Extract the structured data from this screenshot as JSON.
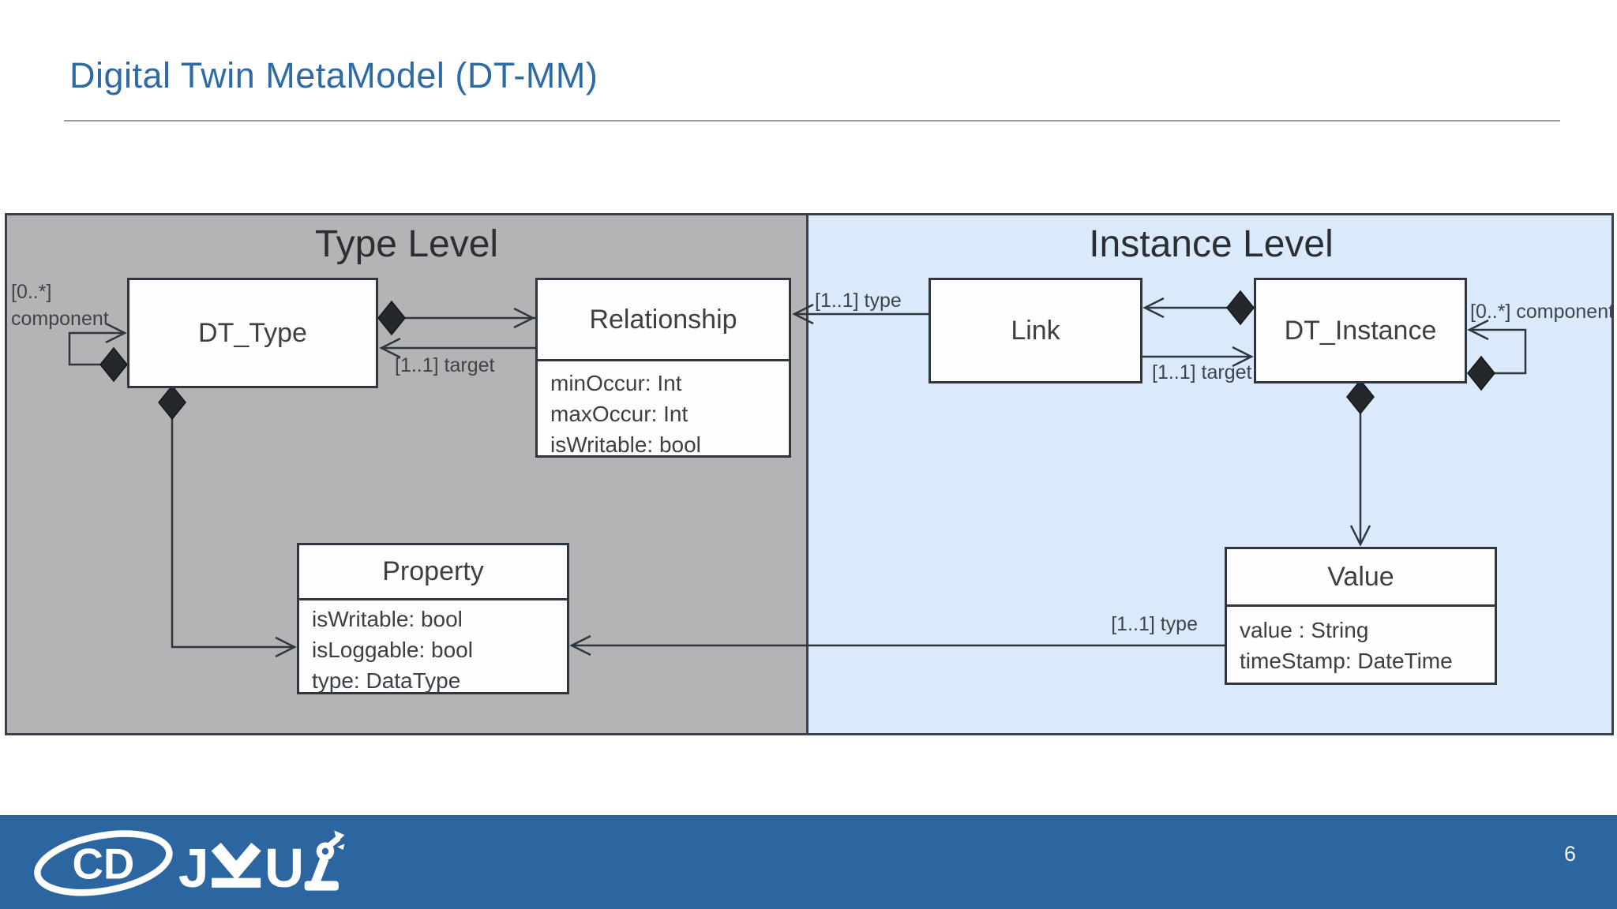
{
  "title": "Digital Twin MetaModel (DT-MM)",
  "panels": {
    "type_level": {
      "label": "Type Level",
      "background": "#b4b4b6"
    },
    "instance_level": {
      "label": "Instance Level",
      "background": "#daeafb"
    }
  },
  "boxes": {
    "dt_type": {
      "title": "DT_Type"
    },
    "relationship": {
      "title": "Relationship",
      "attrs": [
        "minOccur: Int",
        "maxOccur: Int",
        "isWritable: bool"
      ]
    },
    "link": {
      "title": "Link"
    },
    "dt_instance": {
      "title": "DT_Instance"
    },
    "property": {
      "title": "Property",
      "attrs": [
        "isWritable: bool",
        "isLoggable: bool",
        "type: DataType"
      ]
    },
    "value": {
      "title": "Value",
      "attrs": [
        "value : String",
        "timeStamp: DateTime"
      ]
    }
  },
  "edges": {
    "dt_type_component_mult": "[0..*]",
    "dt_type_component_name": "component",
    "relationship_target": "[1..1] target",
    "link_type": "[1..1] type",
    "link_target": "[1..1] target",
    "dt_instance_component": "[0..*] component",
    "value_type": "[1..1] type"
  },
  "footer": {
    "page_number": "6"
  },
  "logo": {
    "letters_cd": "CD",
    "letter_j": "J",
    "letter_u": "U"
  },
  "colors": {
    "title_blue": "#2e6ba6",
    "footer_blue": "#2c66a0",
    "type_panel_gray": "#b4b4b6",
    "instance_panel_blue": "#daeafb",
    "line_dark": "#2f363d",
    "box_border": "#2f363e",
    "text_dark": "#3b4045"
  }
}
